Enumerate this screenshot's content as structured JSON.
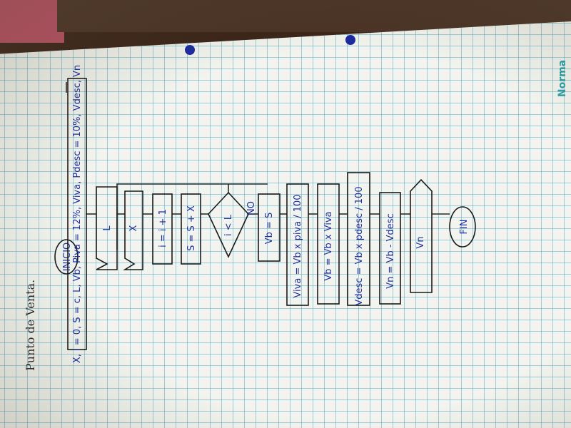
{
  "title": "Punto de Venta.",
  "inicio": "INICIO",
  "init": "X, i = 0, S = c, L, Vb, Piva = 12%, Viva, Pdesc = 10%, Vdesc, Vn",
  "read_l": "L",
  "read_x": "X",
  "inc_i": "i = i + 1",
  "sum": "S = S + X",
  "cond": "i < L",
  "no": "NO",
  "vb_s": "Vb = S",
  "viva": "Viva = Vb x piva / 100",
  "vb_viva": "Vb = Vb x Viva",
  "vdesc": "Vdesc = Vb x pdesc / 100",
  "vn": "Vn = Vb - Vdesc",
  "out_vn": "Vn",
  "fin": "FIN",
  "brand": "Norma",
  "colors": {
    "ink": "#1f2f9c",
    "grid": "#50afbe",
    "paper": "#f3f4ef"
  }
}
